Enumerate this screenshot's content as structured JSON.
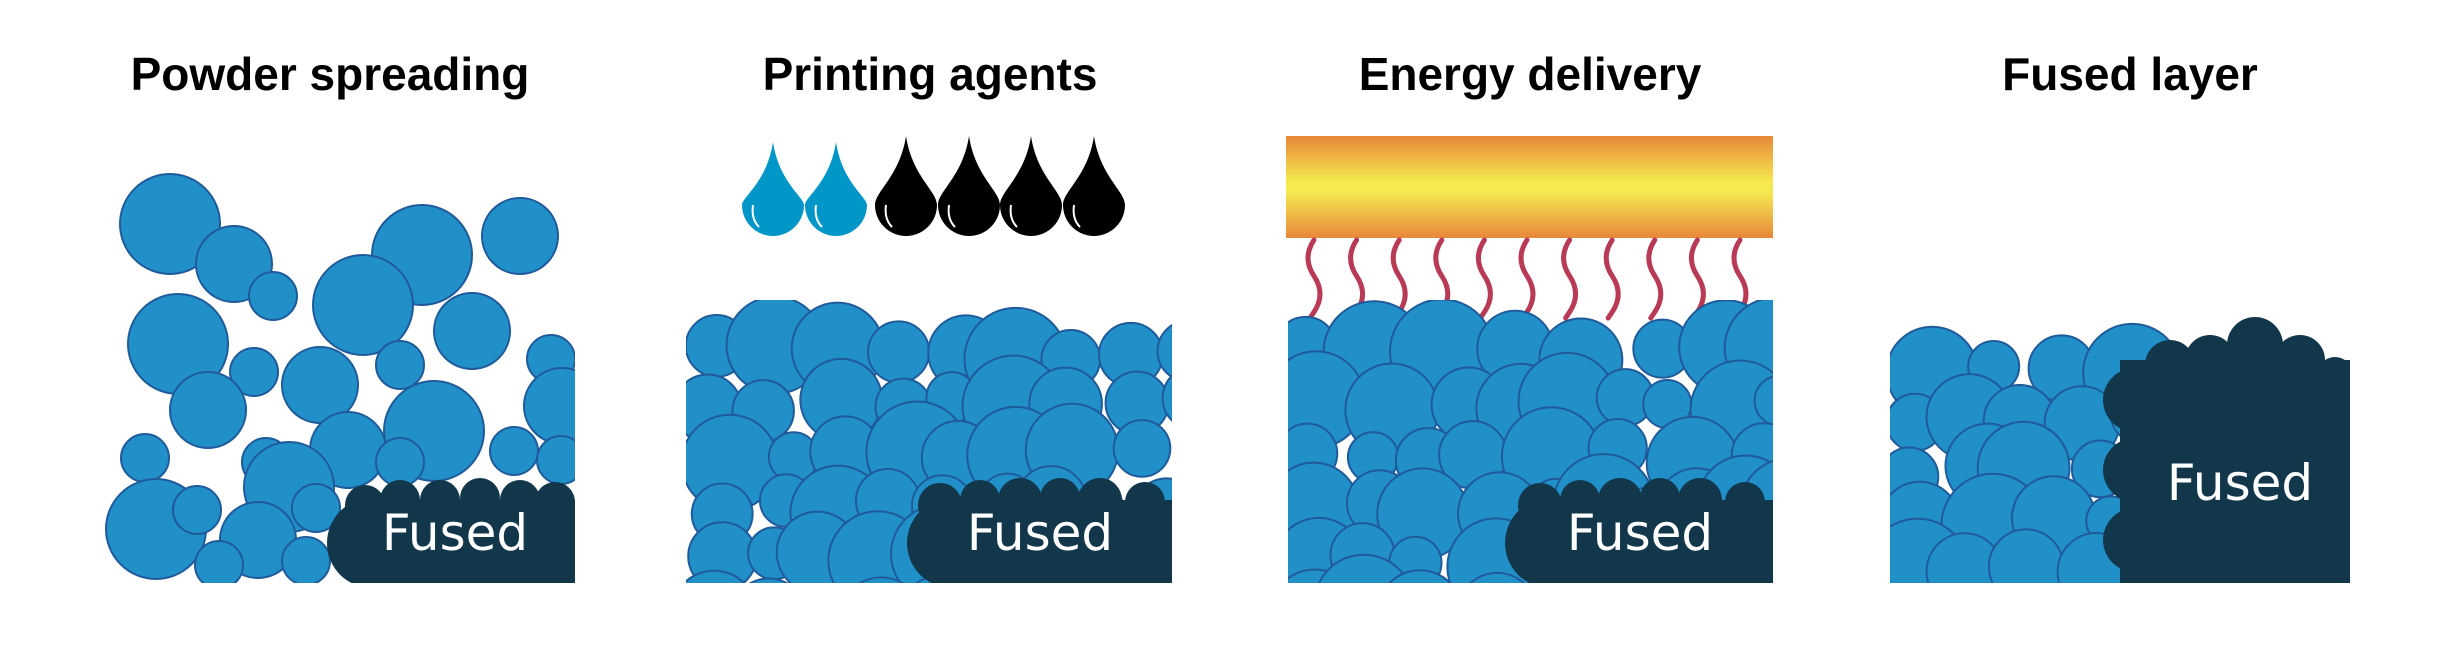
{
  "panels": [
    {
      "title": "Powder spreading",
      "fused_label": "Fused"
    },
    {
      "title": "Printing agents",
      "fused_label": "Fused"
    },
    {
      "title": "Energy delivery",
      "fused_label": "Fused"
    },
    {
      "title": "Fused layer",
      "fused_label": "Fused"
    }
  ],
  "colors": {
    "particle": "#2190c8",
    "particle_stroke": "#1f5a9a",
    "fused": "#12364a",
    "agent_blue": "#0096c8",
    "agent_black": "#000000",
    "heat_wave": "#b83a55",
    "lamp_edge": "#e8873a",
    "lamp_center": "#f5e94f"
  },
  "agents": [
    "blue",
    "blue",
    "black",
    "black",
    "black",
    "black"
  ]
}
